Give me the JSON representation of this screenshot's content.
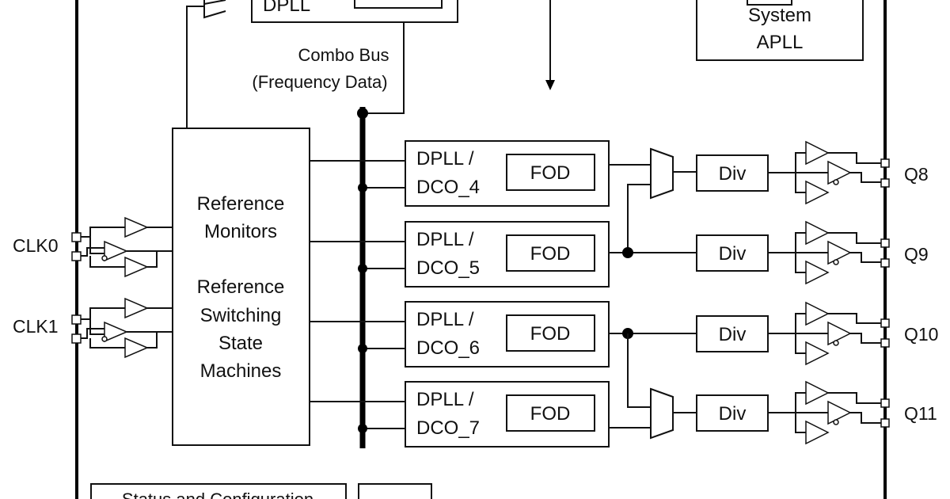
{
  "top": {
    "dpll_label": "DPLL",
    "system_apll_line1": "System",
    "system_apll_line2": "APLL",
    "combo_bus_line1": "Combo Bus",
    "combo_bus_line2": "(Frequency Data)"
  },
  "ref_block": {
    "line1": "Reference",
    "line2": "Monitors",
    "line3": "Reference",
    "line4": "Switching",
    "line5": "State",
    "line6": "Machines"
  },
  "inputs": [
    "CLK0",
    "CLK1"
  ],
  "channels": [
    {
      "dpll": "DPLL /",
      "dco": "DCO_4",
      "fod": "FOD",
      "div": "Div",
      "output": "Q8"
    },
    {
      "dpll": "DPLL /",
      "dco": "DCO_5",
      "fod": "FOD",
      "div": "Div",
      "output": "Q9"
    },
    {
      "dpll": "DPLL /",
      "dco": "DCO_6",
      "fod": "FOD",
      "div": "Div",
      "output": "Q10"
    },
    {
      "dpll": "DPLL /",
      "dco": "DCO_7",
      "fod": "FOD",
      "div": "Div",
      "output": "Q11"
    }
  ],
  "bottom": {
    "status_config": "Status and Configuration"
  }
}
